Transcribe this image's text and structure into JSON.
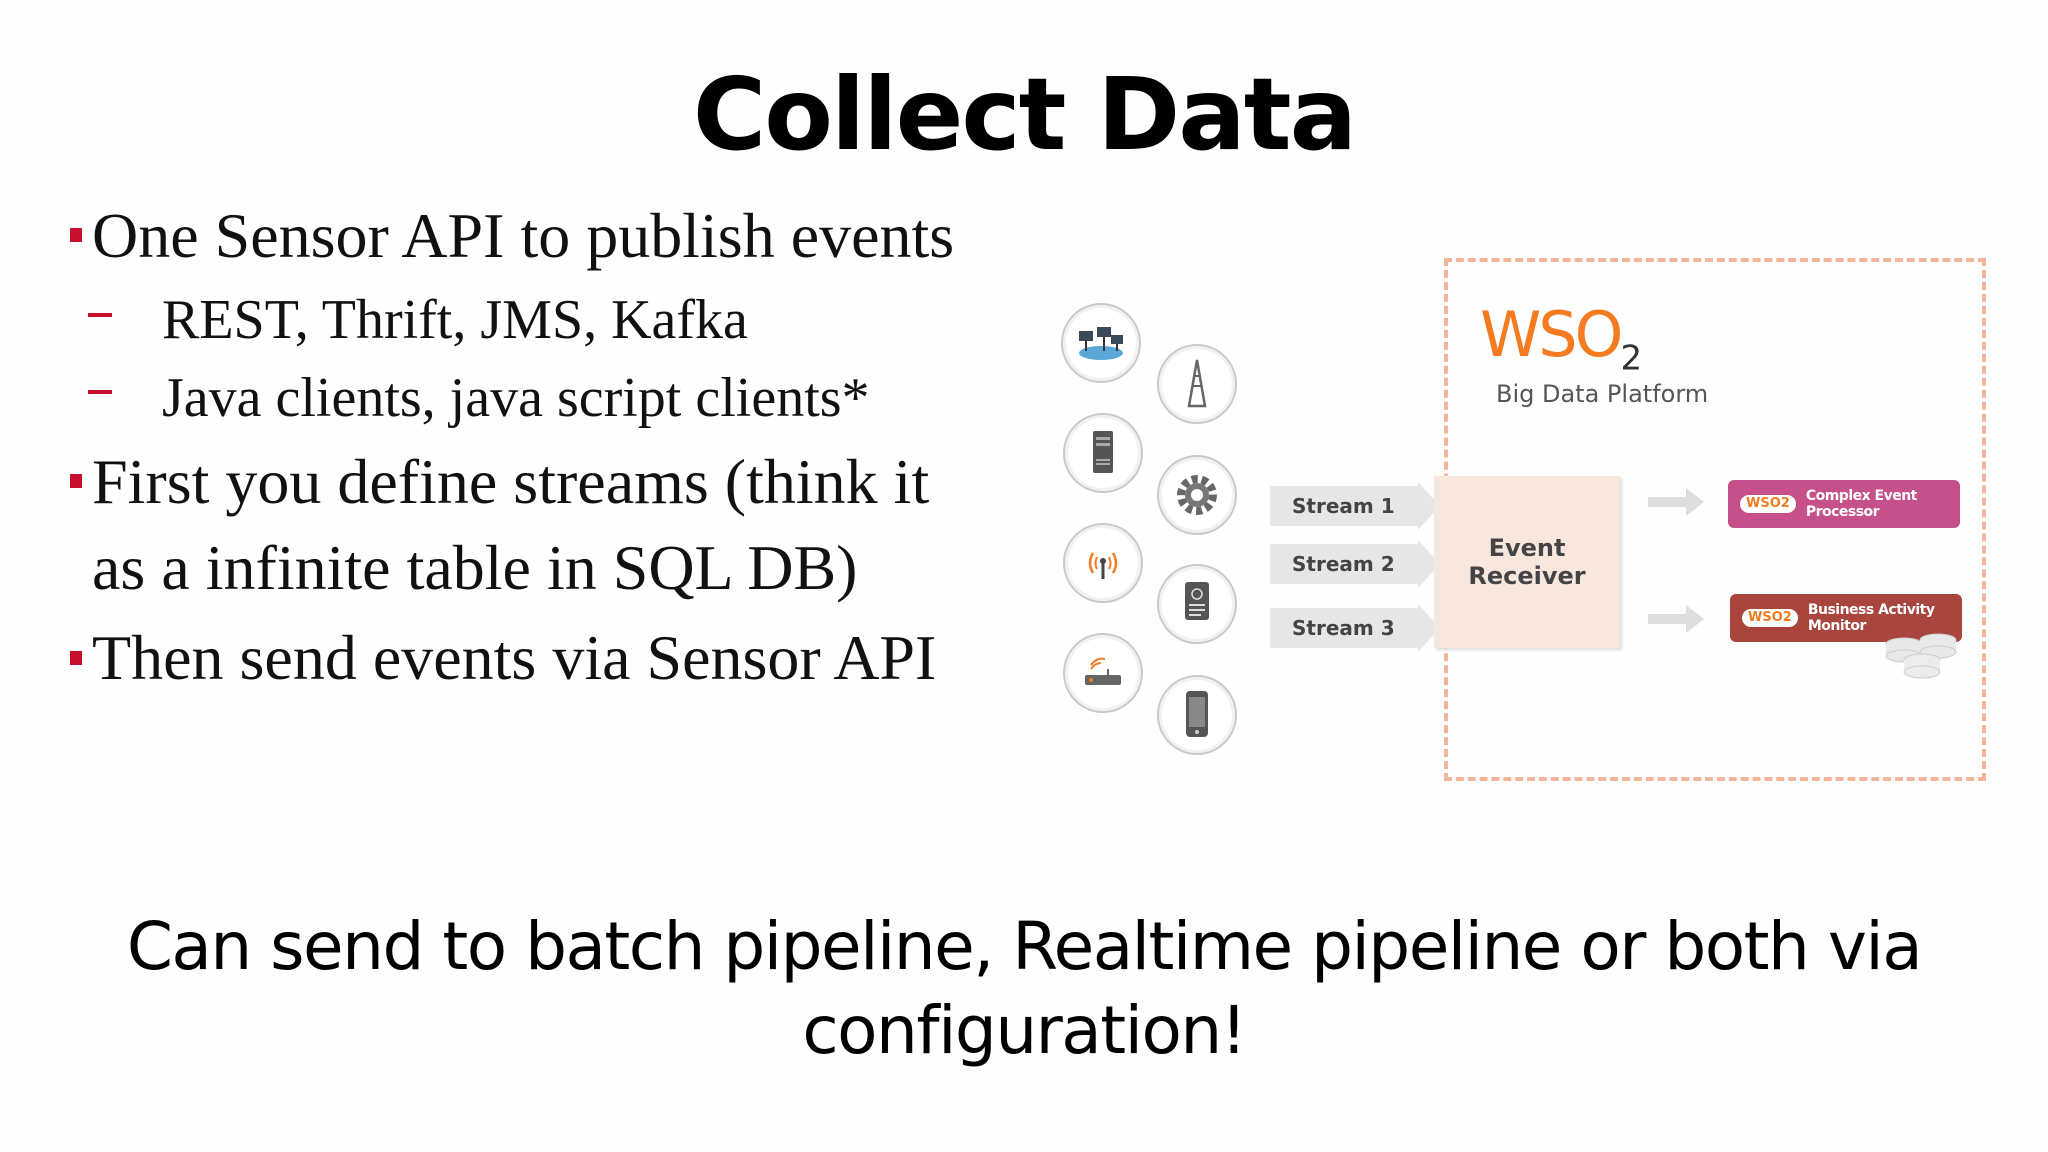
{
  "slide": {
    "title": "Collect Data",
    "bullets": [
      {
        "text": "One Sensor API to publish events",
        "sub": [
          "REST, Thrift, JMS, Kafka",
          "Java clients, java script clients*"
        ]
      },
      {
        "text_lines": [
          "First you define streams (think it",
          "as a infinite table in SQL DB)"
        ]
      },
      {
        "text": "Then send events via Sensor API"
      }
    ],
    "footer_lines": [
      "Can send to batch pipeline, Realtime pipeline or both via",
      "configuration!"
    ]
  },
  "diagram": {
    "device_icons": [
      "network-icon",
      "tower-icon",
      "server-icon",
      "gear-icon",
      "wifi-antenna-icon",
      "document-icon",
      "router-icon",
      "phone-icon"
    ],
    "streams": [
      "Stream 1",
      "Stream 2",
      "Stream 3"
    ],
    "platform": {
      "logo_text": "WSO",
      "logo_sub": "2",
      "name": "Big Data Platform"
    },
    "receiver_lines": [
      "Event",
      "Receiver"
    ],
    "products": [
      {
        "logo": "WSO2",
        "name": "Complex Event Processor",
        "color": "#c5508a"
      },
      {
        "logo": "WSO2",
        "name": "Business Activity Monitor",
        "color": "#a8463e"
      }
    ],
    "colors": {
      "accent": "#c8102e",
      "wso2_orange": "#f47b20",
      "dashed_border": "#f2b59a"
    }
  }
}
